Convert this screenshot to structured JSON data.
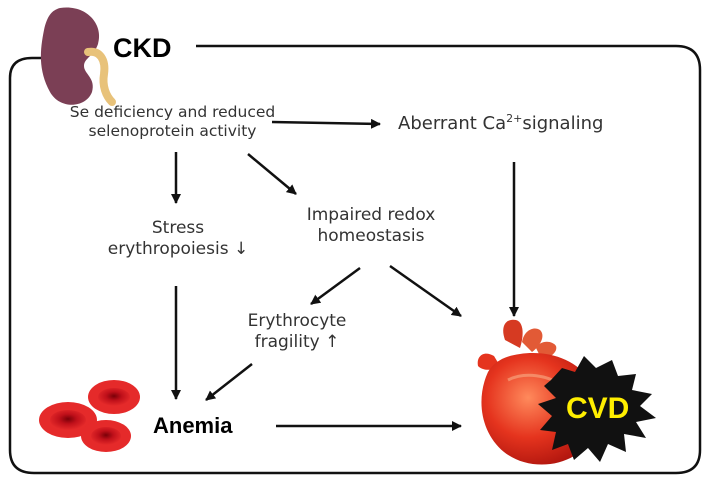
{
  "colors": {
    "frame": "#111111",
    "arrow": "#111111",
    "kidney": "#7b3f55",
    "ureter": "#e8c27a",
    "blood_cell": "#d2141c",
    "heart": "#e5341e",
    "starburst": "#111111",
    "cvd_text": "#ffee00"
  },
  "nodes": {
    "ckd": "CKD",
    "se_deficiency": {
      "line1": "Se deficiency and reduced",
      "line2": "selenoprotein activity"
    },
    "ca_signaling": {
      "prefix": "Aberrant Ca",
      "superscript": "2+",
      "suffix": "signaling"
    },
    "stress_erythropoiesis": {
      "line1": "Stress",
      "line2": "erythropoiesis ↓"
    },
    "impaired_redox": {
      "line1": "Impaired redox",
      "line2": "homeostasis"
    },
    "erythrocyte_fragility": {
      "line1": "Erythrocyte",
      "line2": "fragility ↑"
    },
    "anemia": "Anemia",
    "cvd": "CVD"
  },
  "icons": {
    "kidney": "kidney-icon",
    "red_blood_cells": "red-blood-cells-icon",
    "heart": "heart-icon",
    "starburst": "starburst-icon"
  }
}
